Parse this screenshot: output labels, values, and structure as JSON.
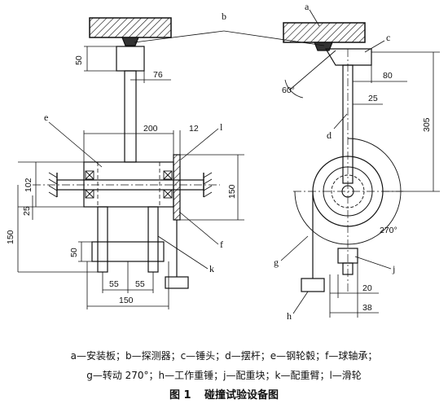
{
  "labels": {
    "a": "a",
    "b": "b",
    "c": "c",
    "d": "d",
    "e": "e",
    "f": "f",
    "g": "g",
    "h": "h",
    "j": "j",
    "k": "k",
    "l": "l"
  },
  "dims": {
    "d50_top": "50",
    "d76": "76",
    "d200": "200",
    "d12": "12",
    "d102": "102",
    "d25_left": "25",
    "d150_left": "150",
    "d150_right": "150",
    "d50_bottom": "50",
    "d55_a": "55",
    "d55_b": "55",
    "d150_bottom": "150",
    "d80": "80",
    "d25_right": "25",
    "d305": "305",
    "d20": "20",
    "d38": "38",
    "angle60": "60°",
    "angle270": "270°"
  },
  "legend": {
    "line1": "a—安装板；b—探测器；c—锤头；d—摆杆；e—钢轮毂；f—球轴承；",
    "line2": "g—转动 270°；h—工作重锤；j—配重块；k—配重臂；l—滑轮"
  },
  "caption": {
    "figure_no": "图 1",
    "title": "碰撞试验设备图"
  }
}
